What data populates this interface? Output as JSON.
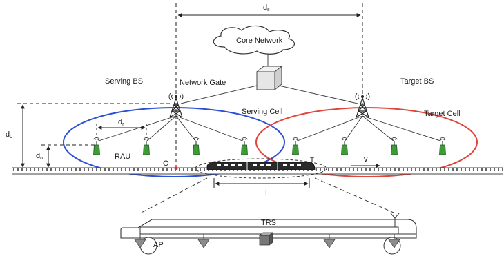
{
  "labels": {
    "ds": "d",
    "ds_sub": "s",
    "core_network": "Core Network",
    "serving_bs": "Serving BS",
    "network_gate": "Network Gate",
    "target_bs": "Target BS",
    "serving_cell": "Serving Cell",
    "target_cell": "Target Cell",
    "d0": "d",
    "d0_sub": "0",
    "dr": "d",
    "dr_sub": "r",
    "du": "d",
    "du_sub": "u",
    "rau": "RAU",
    "origin": "O",
    "v": "v",
    "L": "L",
    "trs": "TRS",
    "ap": "AP"
  },
  "colors": {
    "serving_cell": "#2b4fd6",
    "target_cell": "#e0453a",
    "rau_green": "#3f9a3a",
    "origin_dot": "#e23030"
  },
  "icons": {
    "base_station": "radio-tower-icon",
    "rau": "antenna-icon",
    "network_gate": "cube-icon",
    "core_network": "cloud-icon",
    "train": "train-icon",
    "trs": "relay-cube-icon",
    "ap": "triangle-antenna-icon"
  }
}
